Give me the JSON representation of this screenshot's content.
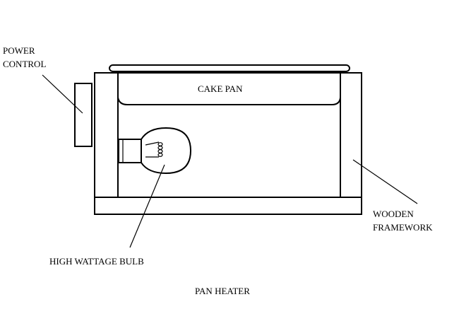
{
  "diagram": {
    "title": "PAN HEATER",
    "labels": {
      "power_control_line1": "POWER",
      "power_control_line2": "CONTROL",
      "cake_pan": "CAKE PAN",
      "wooden_framework_line1": "WOODEN",
      "wooden_framework_line2": "FRAMEWORK",
      "bulb": "HIGH WATTAGE BULB"
    },
    "colors": {
      "line": "#000000",
      "background": "#ffffff"
    }
  }
}
